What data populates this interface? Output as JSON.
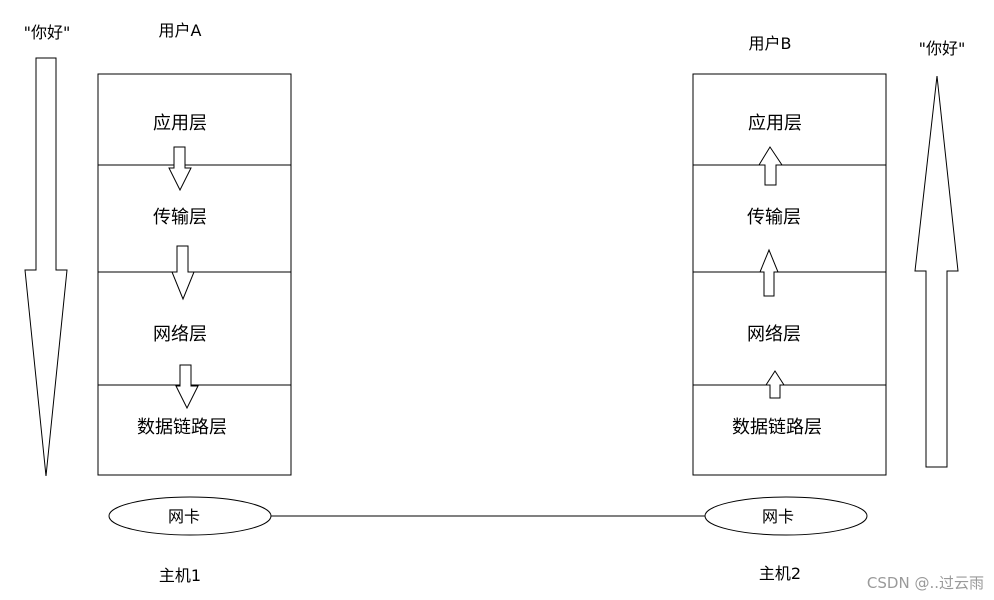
{
  "left": {
    "message": "\"你好\"",
    "user": "用户A",
    "layers": [
      "应用层",
      "传输层",
      "网络层",
      "数据链路层"
    ],
    "nic": "网卡",
    "host": "主机1"
  },
  "right": {
    "message": "\"你好\"",
    "user": "用户B",
    "layers": [
      "应用层",
      "传输层",
      "网络层",
      "数据链路层"
    ],
    "nic": "网卡",
    "host": "主机2"
  },
  "watermark": "CSDN @..过云雨"
}
